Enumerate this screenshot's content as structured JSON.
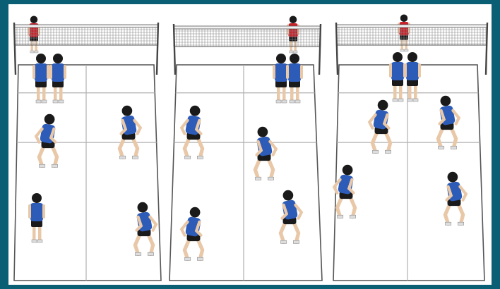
{
  "colors": {
    "frame_border": "#0b5f74",
    "background": "#ffffff",
    "court_line": "#555555",
    "inner_line": "#b0b0b0",
    "net_mesh": "#8a8a8a",
    "net_tape": "#f2f2f2",
    "pole": "#444444",
    "team_near_jersey": "#2c5bb8",
    "team_near_shorts": "#1a1a1a",
    "team_far_jersey": "#c8222b",
    "skin": "#e9c8a8",
    "hair": "#1a1a1a"
  },
  "icons": [
    "volleyball-net",
    "player-figure"
  ],
  "panels": [
    {
      "label": "formation-1",
      "near_players": [
        {
          "position": "back-left-front",
          "pose": "stand"
        },
        {
          "position": "back-right-front",
          "pose": "stand"
        },
        {
          "position": "left-mid",
          "pose": "ready"
        },
        {
          "position": "right-mid",
          "pose": "ready"
        },
        {
          "position": "left-back",
          "pose": "stand"
        },
        {
          "position": "right-back",
          "pose": "ready"
        }
      ],
      "far_players": 1
    },
    {
      "label": "formation-2",
      "near_players": [
        {
          "position": "right-front",
          "pose": "stand"
        },
        {
          "position": "right-front-2",
          "pose": "stand"
        },
        {
          "position": "left-mid",
          "pose": "ready"
        },
        {
          "position": "center-mid",
          "pose": "ready"
        },
        {
          "position": "left-back",
          "pose": "ready"
        },
        {
          "position": "right-back",
          "pose": "ready"
        }
      ],
      "far_players": 1
    },
    {
      "label": "formation-3",
      "near_players": [
        {
          "position": "center-front",
          "pose": "stand"
        },
        {
          "position": "center-front-2",
          "pose": "stand"
        },
        {
          "position": "left-mid",
          "pose": "ready"
        },
        {
          "position": "right-mid",
          "pose": "ready"
        },
        {
          "position": "left-back",
          "pose": "ready"
        },
        {
          "position": "right-back",
          "pose": "ready"
        }
      ],
      "far_players": 1
    }
  ]
}
